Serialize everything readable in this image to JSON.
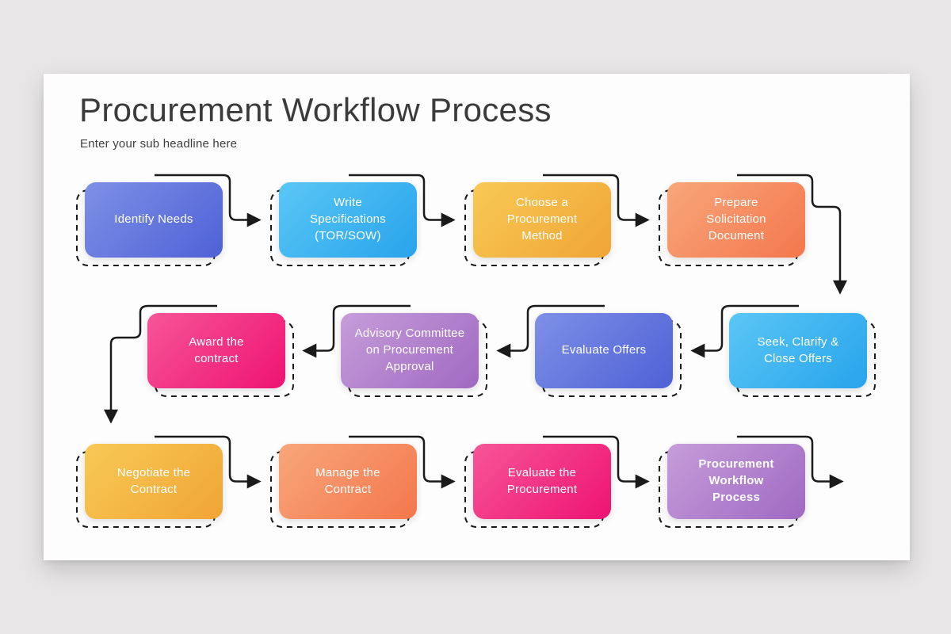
{
  "slide": {
    "title": "Procurement Workflow Process",
    "subtitle": "Enter your sub headline here"
  },
  "palettes": {
    "indigo": {
      "from": "#7E90E6",
      "to": "#4E61D6"
    },
    "sky": {
      "from": "#5AC7F5",
      "to": "#28A3EC"
    },
    "amber": {
      "from": "#F8C955",
      "to": "#F0A535"
    },
    "coral": {
      "from": "#F8A67B",
      "to": "#F4774C"
    },
    "violet": {
      "from": "#C69DDA",
      "to": "#A069C2"
    },
    "pink": {
      "from": "#F75598",
      "to": "#EE1372"
    }
  },
  "connector_color": "#1a1a1a",
  "background_color": "#e8e6e7",
  "nodes": [
    {
      "label": "Identify Needs",
      "palette": "indigo"
    },
    {
      "label": "Write\nSpecifications\n(TOR/SOW)",
      "palette": "sky"
    },
    {
      "label": "Choose a\nProcurement\nMethod",
      "palette": "amber"
    },
    {
      "label": "Prepare\nSolicitation\nDocument",
      "palette": "coral"
    },
    {
      "label": "Seek, Clarify &\nClose Offers",
      "palette": "sky"
    },
    {
      "label": "Evaluate Offers",
      "palette": "indigo"
    },
    {
      "label": "Advisory Committee\non Procurement\nApproval",
      "palette": "violet"
    },
    {
      "label": "Award the\ncontract",
      "palette": "pink"
    },
    {
      "label": "Negotiate the\nContract",
      "palette": "amber"
    },
    {
      "label": "Manage the\nContract",
      "palette": "coral"
    },
    {
      "label": "Evaluate the\nProcurement",
      "palette": "pink"
    },
    {
      "label": "Procurement\nWorkflow\nProcess",
      "palette": "violet"
    }
  ]
}
